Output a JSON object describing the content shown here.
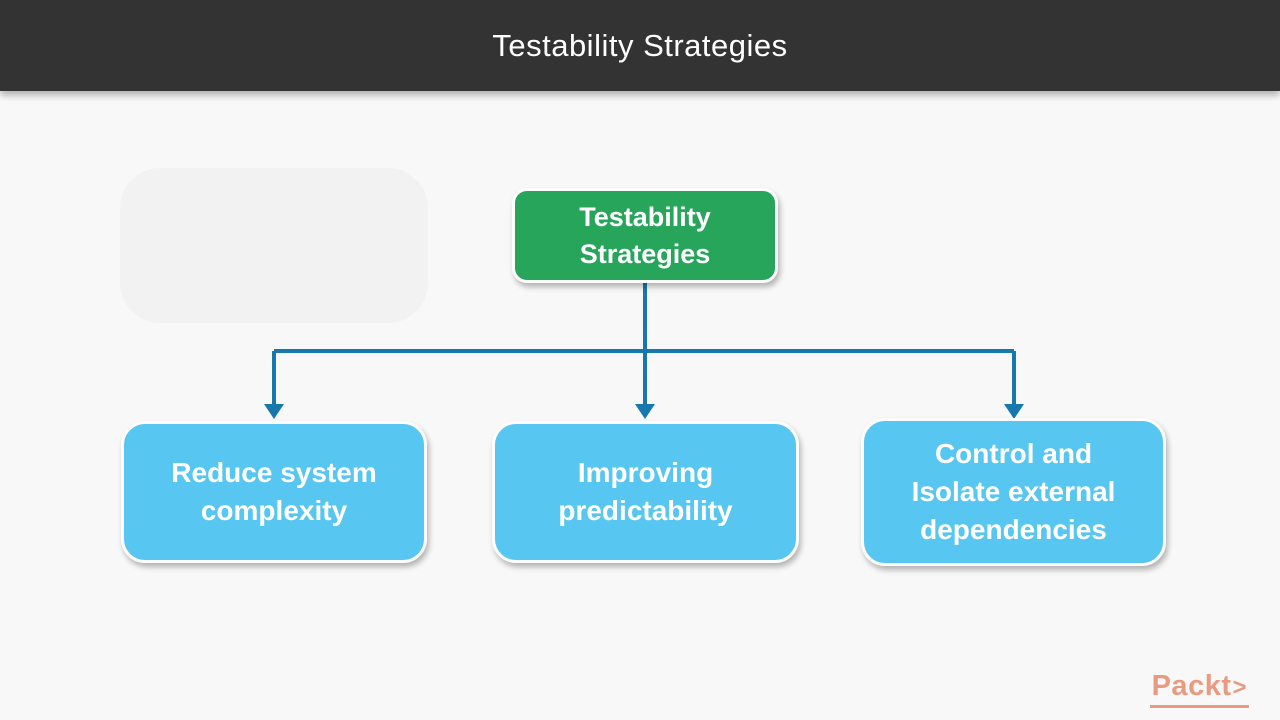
{
  "header": {
    "title": "Testability Strategies"
  },
  "diagram": {
    "root": {
      "label": "Testability Strategies",
      "lines": [
        "Testability",
        "Strategies"
      ]
    },
    "children": [
      {
        "label": "Reduce system complexity",
        "lines": [
          "Reduce system",
          "complexity"
        ]
      },
      {
        "label": "Improving predictability",
        "lines": [
          "Improving",
          "predictability"
        ]
      },
      {
        "label": "Control and Isolate external dependencies",
        "lines": [
          "Control and",
          "Isolate external",
          "dependencies"
        ]
      }
    ]
  },
  "branding": {
    "logo_text": "Packt",
    "logo_chevron": ">"
  },
  "colors": {
    "header_bg": "#333333",
    "page_bg": "#f8f8f8",
    "root_box_bg": "#26a55b",
    "child_box_bg": "#57c6f0",
    "connector": "#1878ae",
    "logo_color": "#e89b81",
    "ghost_box_bg": "#f2f2f2",
    "box_text": "#ffffff",
    "header_text": "#ffffff"
  }
}
